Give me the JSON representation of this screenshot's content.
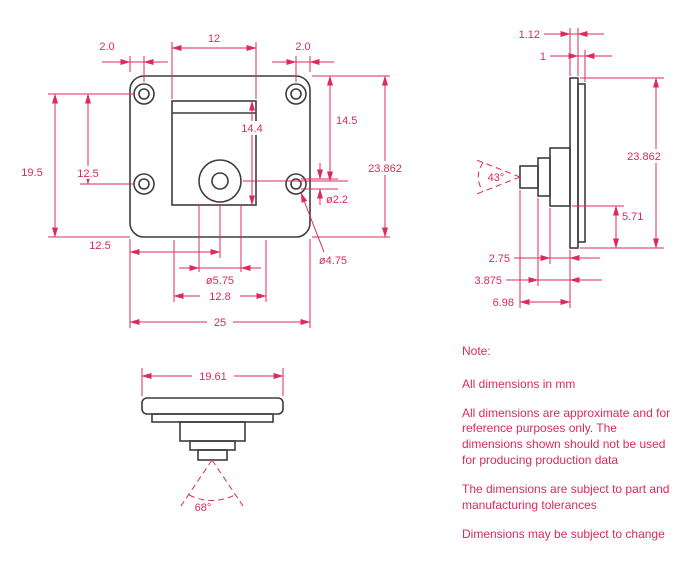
{
  "colors": {
    "dimension": "#dd2a5c",
    "outline": "#3d3d3d"
  },
  "front_view": {
    "labels": {
      "edge_to_hole_left": "2.0",
      "housing_width": "12",
      "edge_to_hole_right": "2.0",
      "housing_height": "14.4",
      "top_to_lens": "14.5",
      "overall_height": "23.862",
      "hole_to_bottom": "19.5",
      "hole_spacing": "12.5",
      "edge_to_lens": "12.5",
      "hole_diameter": "ø2.2",
      "pad_diameter": "ø4.75",
      "lens_diameter": "ø5.75",
      "lower_width": "12.8",
      "overall_width": "25"
    }
  },
  "side_view": {
    "labels": {
      "board_thickness": "1.12",
      "layer_thickness": "1",
      "fov_angle": "43°",
      "overall_height": "23.862",
      "bottom_offset": "5.71",
      "depth_1": "2.75",
      "depth_2": "3.875",
      "depth_3": "6.98"
    }
  },
  "bottom_view": {
    "labels": {
      "body_width": "19.61",
      "fov_angle": "68°"
    }
  },
  "notes": {
    "title": "Note:",
    "items": [
      "All dimensions in mm",
      "All dimensions are approximate and for reference purposes only. The dimensions shown should not be used for producing production data",
      "The dimensions are subject to part and manufacturing tolerances",
      "Dimensions may be subject to change"
    ]
  }
}
